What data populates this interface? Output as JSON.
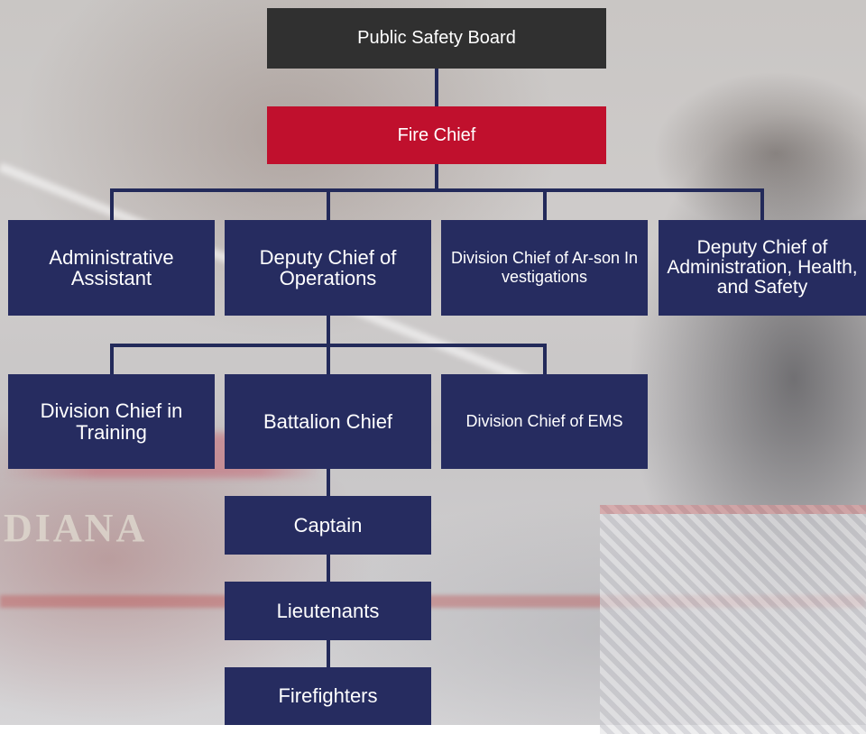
{
  "org_chart": {
    "board": "Public Safety Board",
    "chief": "Fire Chief",
    "level2": {
      "admin_assistant": "Administrative Assistant",
      "deputy_ops": "Deputy Chief of Operations",
      "arson": "Division Chief of Ar-son Investigations",
      "deputy_admin": "Deputy Chief of Administration, Health, and Safety"
    },
    "level3": {
      "training": "Division Chief in Training",
      "battalion": "Battalion Chief",
      "ems": "Division Chief of EMS"
    },
    "chain": {
      "captain": "Captain",
      "lieutenants": "Lieutenants",
      "firefighters": "Firefighters"
    }
  },
  "background": {
    "truck_lettering": "DIANA"
  },
  "colors": {
    "board": "#303030",
    "chief": "#c0102d",
    "box": "#262c60",
    "line": "#232a5a"
  }
}
